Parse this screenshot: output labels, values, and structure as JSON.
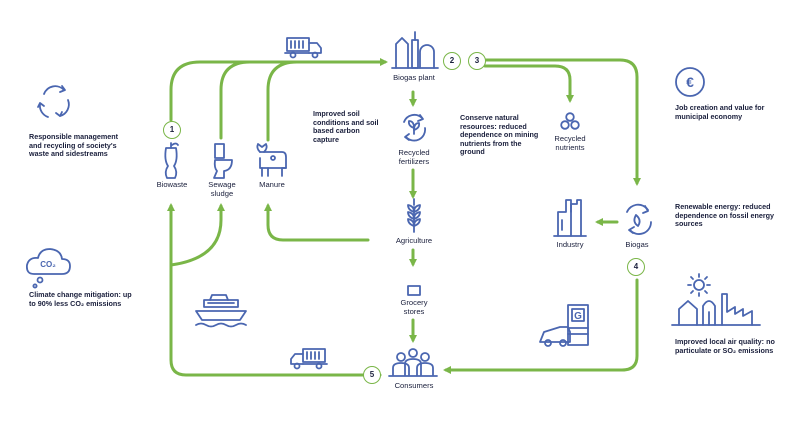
{
  "colors": {
    "arrow": "#7ab648",
    "icon": "#4a66b0",
    "text": "#1a1f3c"
  },
  "nodes": {
    "biogas_plant": "Biogas plant",
    "biowaste": "Biowaste",
    "sewage_sludge": "Sewage\nsludge",
    "manure": "Manure",
    "recycled_fertilizers": "Recycled\nfertilizers",
    "recycled_nutrients": "Recycled\nnutrients",
    "agriculture": "Agriculture",
    "grocery_stores": "Grocery\nstores",
    "consumers": "Consumers",
    "industry": "Industry",
    "biogas": "Biogas"
  },
  "notes": {
    "soil": "Improved soil\nconditions and soil\nbased carbon\ncapture",
    "resources": "Conserve natural\nresources: reduced\ndependence on mining\nnutrients from the\nground"
  },
  "benefits": {
    "waste": "Responsible management\nand recycling of society's\nwaste and sidestreams",
    "climate": "Climate change mitigation: up\nto 90% less CO₂ emissions",
    "jobs": "Job creation and value for\nmunicipal economy",
    "energy": "Renewable energy: reduced\ndependence on fossil energy\nsources",
    "air": "Improved local air quality: no\nparticulate or SO₂ emissions"
  },
  "badges": [
    "1",
    "2",
    "3",
    "4",
    "5"
  ],
  "icons": {
    "co2": "CO₂",
    "euro": "€",
    "fuel_pump": "G"
  }
}
